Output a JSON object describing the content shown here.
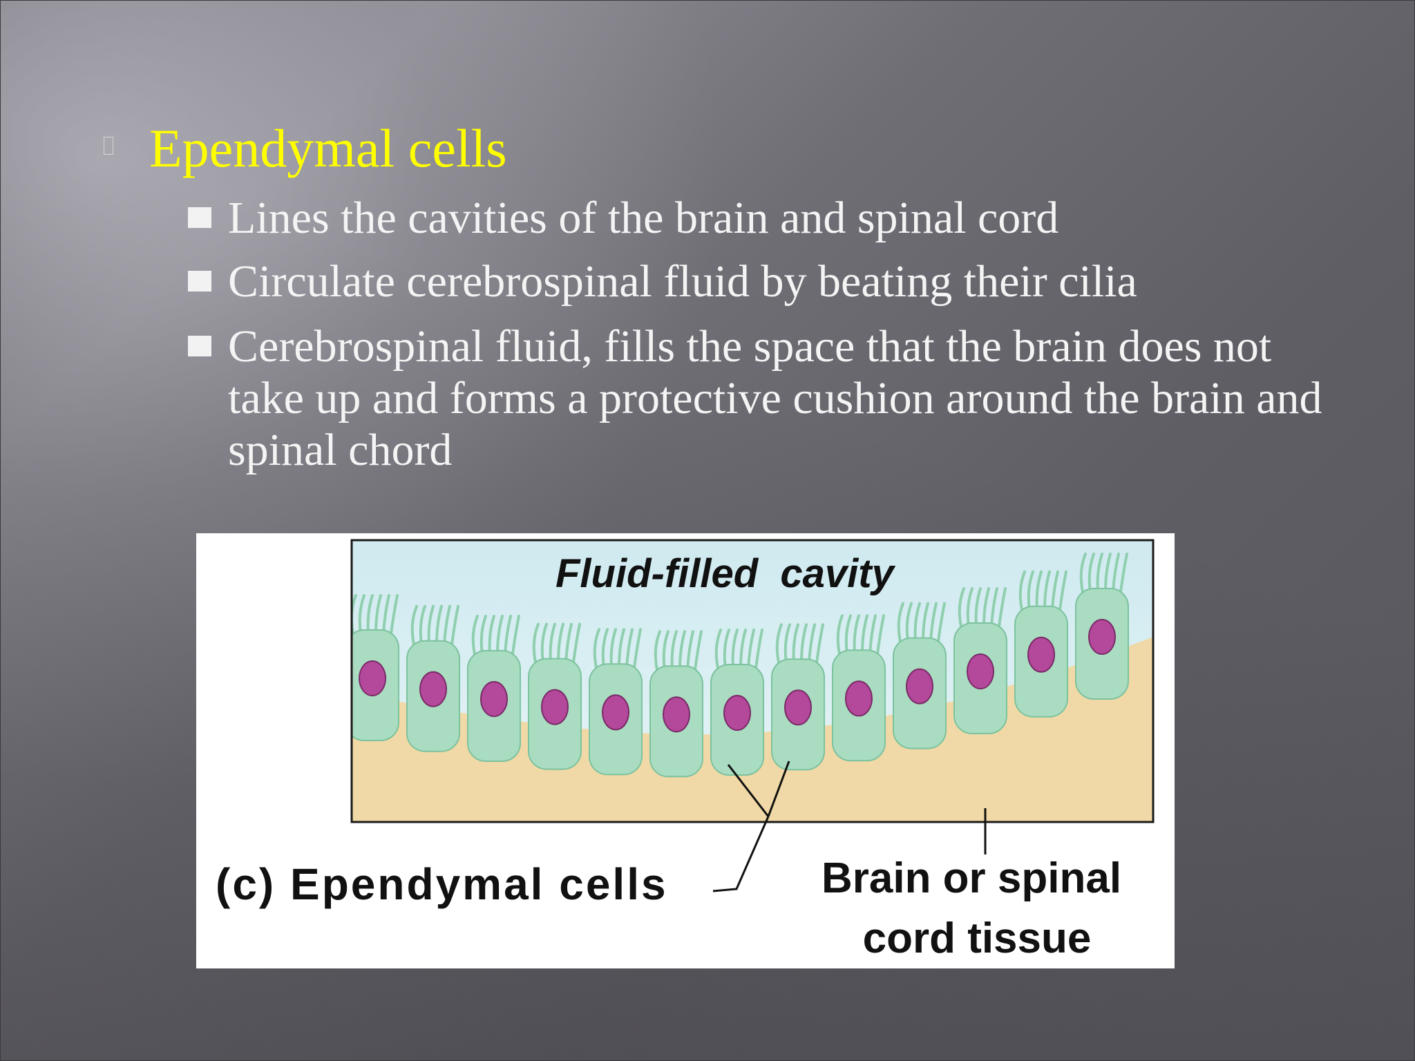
{
  "slide": {
    "heading": "Ependymal cells",
    "bullets": [
      "Lines the cavities of the brain and spinal cord",
      "Circulate cerebrospinal fluid by beating their cilia",
      "Cerebrospinal fluid, fills the space that the brain does not take up and forms a protective cushion around the brain and spinal chord"
    ]
  },
  "figure": {
    "label_cavity": "Fluid-filled  cavity",
    "label_cells": "(c) Ependymal cells",
    "label_tissue_line1": "Brain or spinal",
    "label_tissue_line2": "cord tissue"
  },
  "colors": {
    "heading": "#ffff00",
    "body_text": "#f4f4f4",
    "cell_fill": "#a9dcc0",
    "nucleus_fill": "#b4489a",
    "tissue_fill": "#f0d9a6",
    "cavity_fill": "#d6eef2"
  }
}
